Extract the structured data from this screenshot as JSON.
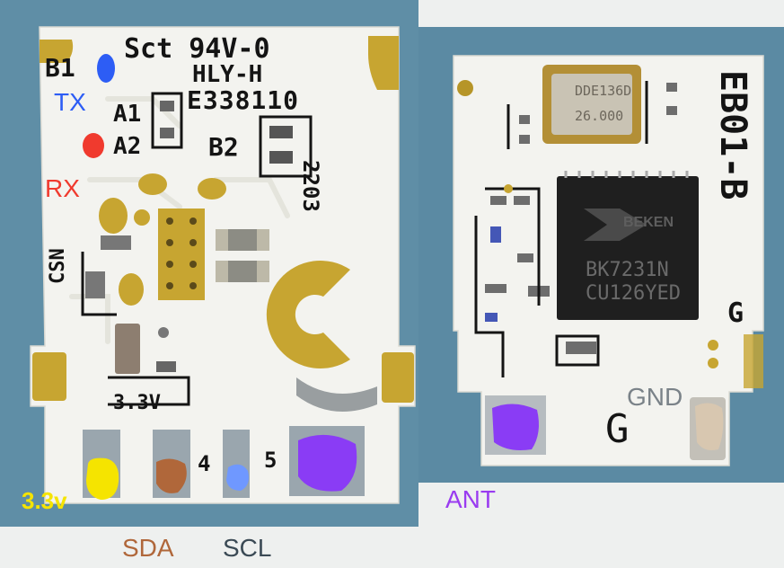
{
  "left_board": {
    "silkscreen": {
      "line1": "Sct 94V-0",
      "line2": "HLY-H",
      "line3": "E338110",
      "b1": "B1",
      "a1": "A1",
      "a2": "A2",
      "b2": "B2",
      "date": "2203",
      "csn": "CSN",
      "v33": "3.3V",
      "pad4": "4",
      "pad5": "5"
    }
  },
  "right_board": {
    "silkscreen": {
      "model": "EB01-B",
      "g_side": "G",
      "g_bottom": "G"
    },
    "chip": {
      "brand": "BEKEN",
      "part": "BK7231N",
      "code": "CU126YED"
    },
    "crystal": {
      "code": "DDE136D",
      "freq": "26.000"
    }
  },
  "annotations": {
    "tx": "TX",
    "rx": "RX",
    "v33": "3.3v",
    "sda": "SDA",
    "scl": "SCL",
    "ant": "ANT",
    "gnd": "GND"
  },
  "colors": {
    "background_blue": "#5f8ea6",
    "pcb_white": "#f3f3ef",
    "gold_pad": "#c7a531",
    "tx": "#2d5df5",
    "rx": "#f03a2e",
    "v33": "#f5e400",
    "sda": "#b0673a",
    "scl": "#3b4a55",
    "scl_dot": "#6f98ff",
    "ant": "#9a3cf0",
    "ant_dot": "#8a3cf5",
    "gnd": "#7a8288",
    "gnd_dot": "#d8c7b0"
  }
}
